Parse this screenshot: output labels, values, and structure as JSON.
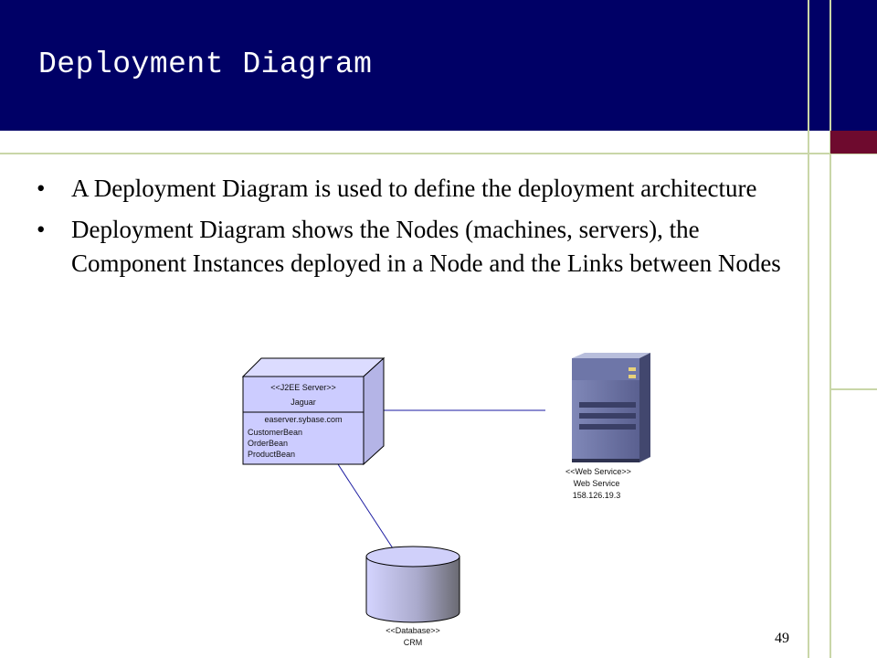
{
  "slide": {
    "title": "Deployment Diagram",
    "bullets": [
      "A Deployment Diagram is used to define the deployment architecture",
      "Deployment Diagram shows the Nodes (machines, servers), the Component Instances deployed in a Node and the Links between Nodes"
    ],
    "page_number": "49",
    "colors": {
      "header": "#000066",
      "accent": "#6e0a2e",
      "rule": "#c9d6a8",
      "node_fill": "#ccccff"
    }
  },
  "diagram": {
    "j2ee_node": {
      "stereotype": "<<J2EE Server>>",
      "name": "Jaguar",
      "host": "easerver.sybase.com",
      "components": [
        "CustomerBean",
        "OrderBean",
        "ProductBean"
      ]
    },
    "web_service": {
      "icon": "server-tower-icon",
      "stereotype": "<<Web Service>>",
      "name": "Web Service",
      "address": "158.126.19.3"
    },
    "database": {
      "icon": "database-cylinder-icon",
      "stereotype": "<<Database>>",
      "name": "CRM"
    }
  }
}
